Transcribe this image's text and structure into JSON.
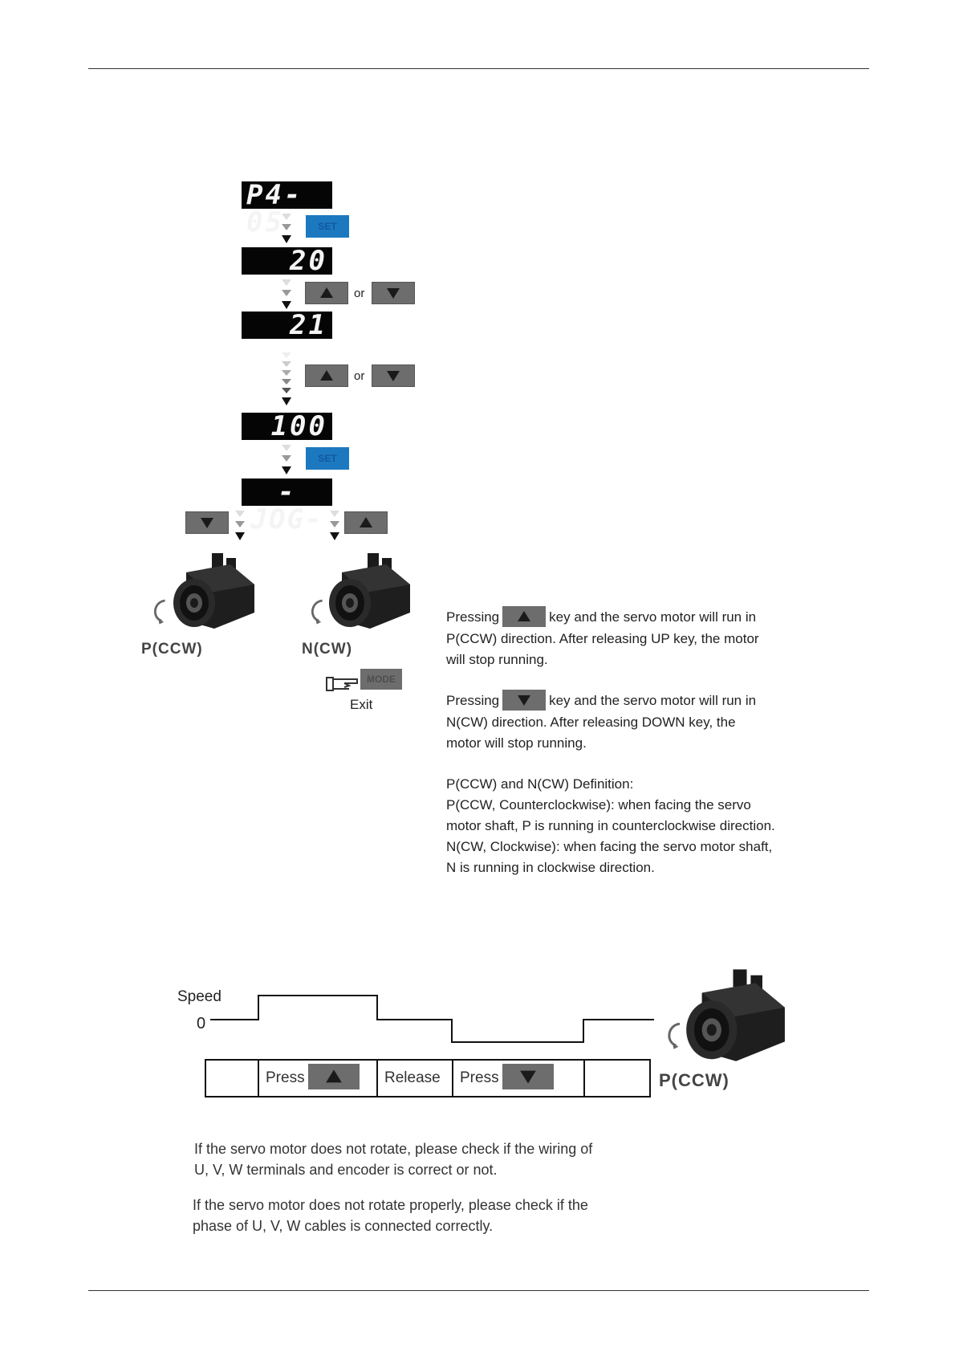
{
  "flow": {
    "display_param": "P4-05",
    "set_key_label": "SET",
    "display_value_1": "20",
    "or_1": "or",
    "display_value_2": "21",
    "or_2": "or",
    "display_value_3": "100",
    "display_jog": "-JOG-",
    "motor_left_label": "P(CCW)",
    "motor_right_label": "N(CW)",
    "mode_key_label": "MODE",
    "exit_label": "Exit"
  },
  "description": {
    "up_pressing": "Pressing",
    "up_rest": "key and the servo motor will run in",
    "up_line2": "P(CCW) direction. After releasing UP key, the motor",
    "up_line3": "will stop running.",
    "down_pressing": "Pressing",
    "down_rest": "key and the servo motor will run in",
    "down_line2": "N(CW) direction. After releasing DOWN key, the",
    "down_line3": "motor will stop running.",
    "def_title": "P(CCW) and N(CW) Definition:",
    "def_line1": "P(CCW, Counterclockwise): when facing the servo",
    "def_line2": "motor shaft, P is running in counterclockwise direction.",
    "def_line3": "N(CW, Clockwise): when facing the servo motor shaft,",
    "def_line4": "N is running in clockwise direction."
  },
  "timing": {
    "speed_label": "Speed",
    "zero_label": "0",
    "cells": [
      "",
      "Press",
      "Release",
      "Press",
      ""
    ],
    "motor_label": "P(CCW)"
  },
  "notes": {
    "note1_line1": "If the servo motor does not rotate, please check if the wiring of",
    "note1_line2": "U, V, W terminals and encoder is correct or not.",
    "note2_line1": "If the servo motor does not rotate properly, please check if the",
    "note2_line2": "phase of U, V, W cables is connected correctly."
  },
  "icons": {
    "up_key": "up-arrow-key-icon",
    "down_key": "down-arrow-key-icon",
    "flow_arrow": "down-arrow-icon",
    "motor": "servo-motor-icon",
    "rotation": "rotation-arrow-icon",
    "hand": "pointing-hand-icon"
  },
  "colors": {
    "lcd_bg": "#050505",
    "key_gray": "#6d6d6d",
    "set_blue": "#1d79bf"
  }
}
